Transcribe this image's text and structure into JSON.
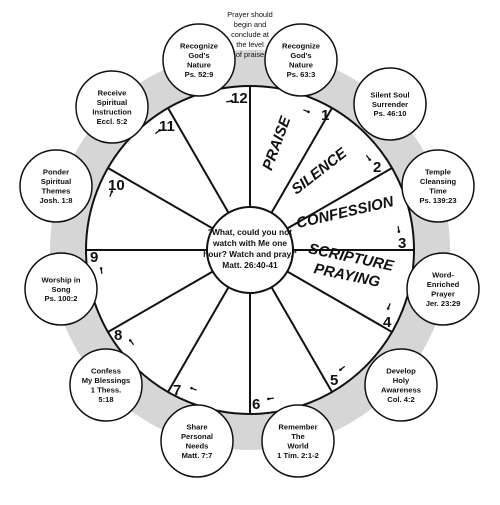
{
  "center_quote": [
    "\"What, could you not",
    "watch with Me one",
    "hour? Watch and pray.\"",
    "Matt. 26:40-41"
  ],
  "note": [
    "Prayer should",
    "begin and",
    "conclude at",
    "the level",
    "of praise"
  ],
  "numbers": [
    "1",
    "2",
    "3",
    "4",
    "5",
    "6",
    "7",
    "8",
    "9",
    "10",
    "11",
    "12"
  ],
  "segment_labels": {
    "praise": [
      "PRAISE"
    ],
    "silence": [
      "SILENCE"
    ],
    "confession": [
      "CONFESSION"
    ],
    "scripture": [
      "SCRIPTURE",
      "PRAYING"
    ]
  },
  "bubbles": [
    {
      "id": "recognize-ps52",
      "lines": [
        "Recognize",
        "God's",
        "Nature",
        "Ps. 52:9"
      ]
    },
    {
      "id": "recognize-ps63",
      "lines": [
        "Recognize",
        "God's",
        "Nature",
        "Ps. 63:3"
      ]
    },
    {
      "id": "silent-soul",
      "lines": [
        "Silent Soul",
        "Surrender",
        "Ps. 46:10"
      ]
    },
    {
      "id": "temple-cleansing",
      "lines": [
        "Temple",
        "Cleansing",
        "Time",
        "Ps. 139:23"
      ]
    },
    {
      "id": "word-enriched",
      "lines": [
        "Word-",
        "Enriched",
        "Prayer",
        "Jer. 23:29"
      ]
    },
    {
      "id": "develop-holy",
      "lines": [
        "Develop",
        "Holy",
        "Awareness",
        "Col. 4:2"
      ]
    },
    {
      "id": "remember-world",
      "lines": [
        "Remember",
        "The",
        "World",
        "1 Tim. 2:1-2"
      ]
    },
    {
      "id": "share-needs",
      "lines": [
        "Share",
        "Personal",
        "Needs",
        "Matt. 7:7"
      ]
    },
    {
      "id": "confess-blessings",
      "lines": [
        "Confess",
        "My Blessings",
        "1 Thess.",
        "5:18"
      ]
    },
    {
      "id": "worship-song",
      "lines": [
        "Worship in",
        "Song",
        "Ps. 100:2"
      ]
    },
    {
      "id": "ponder-themes",
      "lines": [
        "Ponder",
        "Spiritual",
        "Themes",
        "Josh. 1:8"
      ]
    },
    {
      "id": "receive-instruction",
      "lines": [
        "Receive",
        "Spiritual",
        "Instruction",
        "Eccl. 5:2"
      ]
    }
  ]
}
